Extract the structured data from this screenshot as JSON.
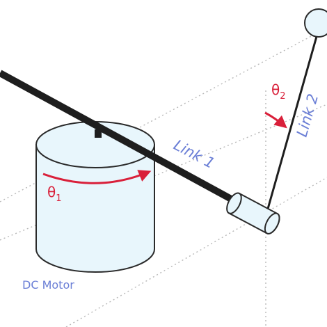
{
  "labels": {
    "motor": "DC Motor",
    "link1": "Link 1",
    "link2": "Link 2",
    "theta1": "θ",
    "theta1_sub": "1",
    "theta2": "θ",
    "theta2_sub": "2"
  },
  "colors": {
    "label_blue": "#6b7fd6",
    "angle_red": "#d9203a",
    "motor_fill": "#e8f6fc",
    "link": "#1e1e1e",
    "dotted_guides": "#b8b8b8",
    "outline": "#2a2a2a"
  }
}
